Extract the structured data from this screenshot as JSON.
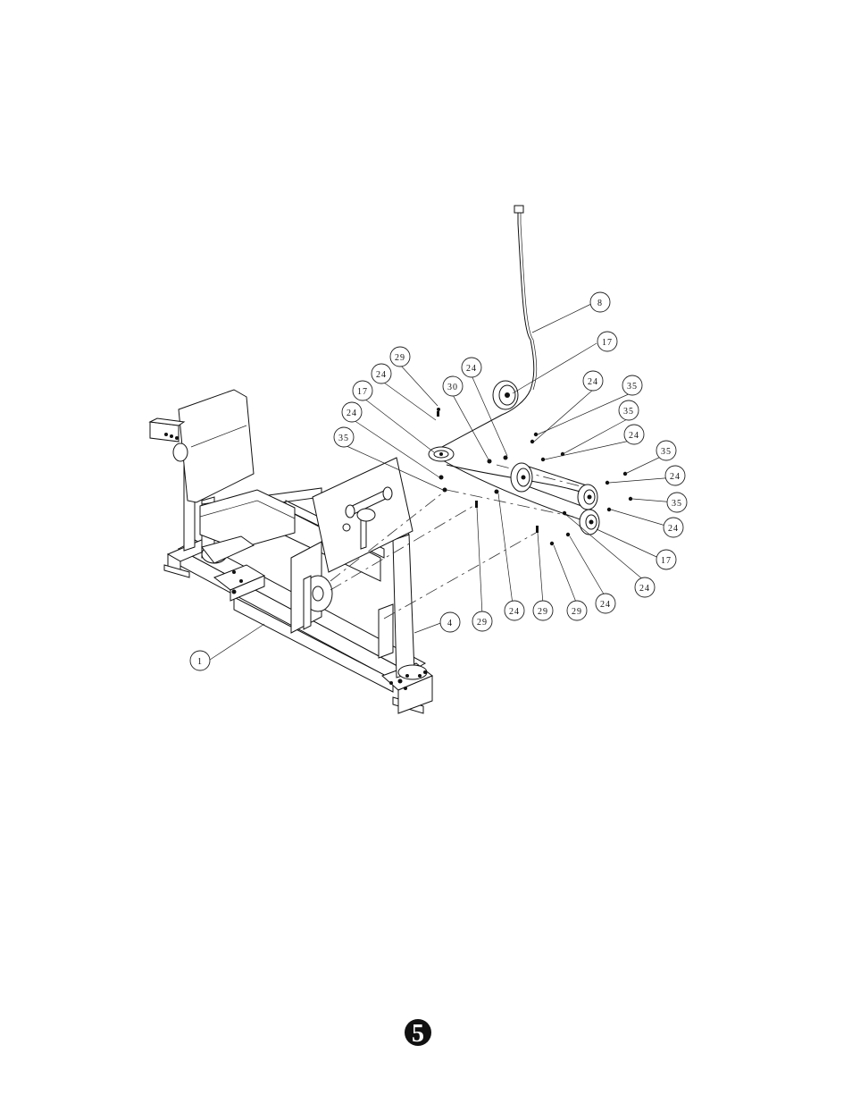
{
  "page": {
    "number": "5"
  },
  "callouts": [
    {
      "id": "c-8",
      "label": "8"
    },
    {
      "id": "c-17a",
      "label": "17"
    },
    {
      "id": "c-29a",
      "label": "29"
    },
    {
      "id": "c-24a",
      "label": "24"
    },
    {
      "id": "c-24b",
      "label": "24"
    },
    {
      "id": "c-30",
      "label": "30"
    },
    {
      "id": "c-24c",
      "label": "24"
    },
    {
      "id": "c-35a",
      "label": "35"
    },
    {
      "id": "c-17b",
      "label": "17"
    },
    {
      "id": "c-24d",
      "label": "24"
    },
    {
      "id": "c-35b",
      "label": "35"
    },
    {
      "id": "c-35c",
      "label": "35"
    },
    {
      "id": "c-24e",
      "label": "24"
    },
    {
      "id": "c-35d",
      "label": "35"
    },
    {
      "id": "c-24f",
      "label": "24"
    },
    {
      "id": "c-35e",
      "label": "35"
    },
    {
      "id": "c-24g",
      "label": "24"
    },
    {
      "id": "c-17c",
      "label": "17"
    },
    {
      "id": "c-24h",
      "label": "24"
    },
    {
      "id": "c-24i",
      "label": "24"
    },
    {
      "id": "c-29b",
      "label": "29"
    },
    {
      "id": "c-24j",
      "label": "24"
    },
    {
      "id": "c-29c",
      "label": "29"
    },
    {
      "id": "c-29d",
      "label": "29"
    },
    {
      "id": "c-4",
      "label": "4"
    },
    {
      "id": "c-1",
      "label": "1"
    }
  ]
}
